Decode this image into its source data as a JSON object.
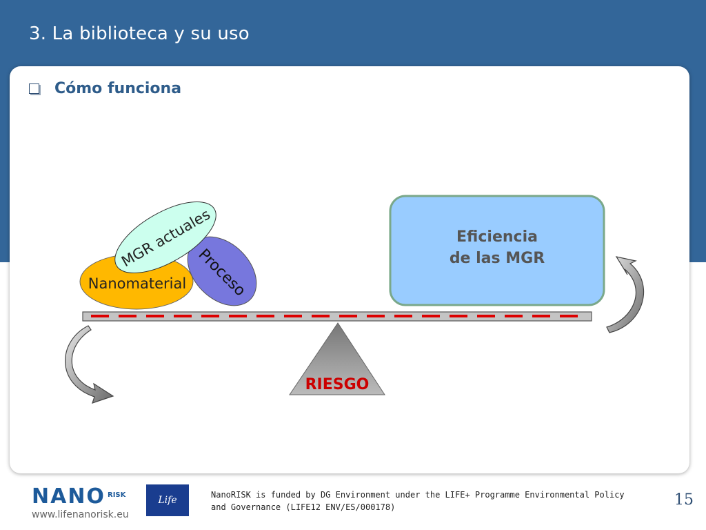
{
  "slide": {
    "title": "3. La biblioteca y su uso",
    "bullet": "Cómo funciona",
    "page_number": "15"
  },
  "diagram": {
    "left_items": {
      "nanomaterial": "Nanomaterial",
      "mgr_actuales": "MGR actuales",
      "proceso": "Proceso"
    },
    "right_box": {
      "line1": "Eficiencia",
      "line2": "de las MGR"
    },
    "fulcrum_label": "RIESGO",
    "colors": {
      "nanomaterial": "#FFB800",
      "mgr_actuales": "#CCFFEE",
      "proceso": "#7777DD",
      "eficiencia_box": "#99CCFF",
      "riesgo_text": "#CC0000",
      "dash": "#DD0000"
    }
  },
  "footer": {
    "logo_main": "NANO",
    "logo_sub": "RISK",
    "url": "www.lifenanorisk.eu",
    "eu_label": "Life",
    "funding_text": "NanoRISK is funded by DG Environment under the LIFE+ Programme Environmental Policy and Governance (LIFE12 ENV/ES/000178)"
  }
}
